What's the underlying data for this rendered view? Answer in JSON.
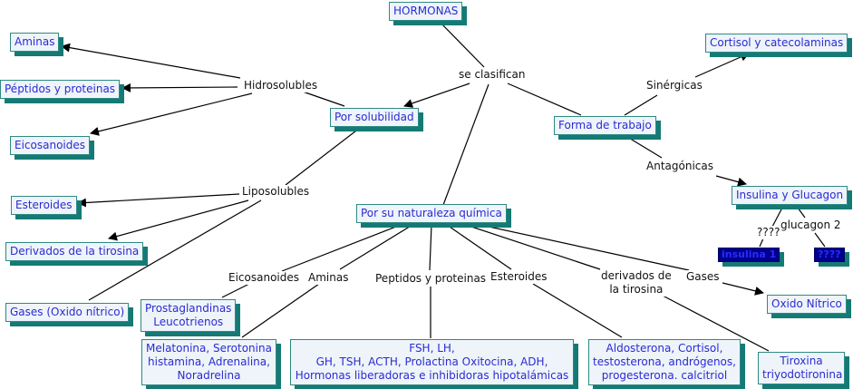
{
  "title": "HORMONAS",
  "concepts": {
    "hormonas": "HORMONAS",
    "aminas": "Aminas",
    "peptidos": "Péptidos y proteinas",
    "eicosanoides": "Eicosanoides",
    "por_solubilidad": "Por solubilidad",
    "esteroides": "Esteroides",
    "derivados_tirosina": "Derivados de la tirosina",
    "gases_oxido": "Gases (Oxido nítrico)",
    "por_naturaleza": "Por su naturaleza química",
    "prostaglandinas": [
      "Prostaglandinas",
      "Leucotrienos"
    ],
    "melatonina": [
      "Melatonina, Serotonina",
      "histamina, Adrenalina,",
      "Noradrelina"
    ],
    "fsh": [
      "FSH, LH,",
      "GH, TSH, ACTH, Prolactina Oxitocina, ADH,",
      "Hormonas liberadoras e inhibidoras hipotalámicas"
    ],
    "aldosterona": [
      "Aldosterona, Cortisol,",
      "testosterona, andrógenos,",
      "progesterona. calcitriol"
    ],
    "tiroxina": [
      "Tiroxina",
      "triyodotironina"
    ],
    "oxido_nitrico": "Oxido Nítrico",
    "cortisol_catecolaminas": "Cortisol y catecolaminas",
    "forma_trabajo": "Forma de trabajo",
    "insulina_glucagon": "Insulina y Glucagon",
    "insulina_1": "insulina 1",
    "q_box": "????"
  },
  "link_labels": {
    "se_clasifican": "se clasifican",
    "hidrosolubles": "Hidrosolubles",
    "liposolubles": "Liposolubles",
    "eicosanoides": "Eicosanoides",
    "aminas": "Aminas",
    "peptidos": "Peptidos y proteinas",
    "esteroides": "Esteroides",
    "derivados": [
      "derivados de",
      "la tirosina"
    ],
    "gases": "Gases",
    "sinergicas": "Sinérgicas",
    "antagonicas": "Antagónicas",
    "q_label": "????",
    "glucagon2": "glucagon 2"
  }
}
